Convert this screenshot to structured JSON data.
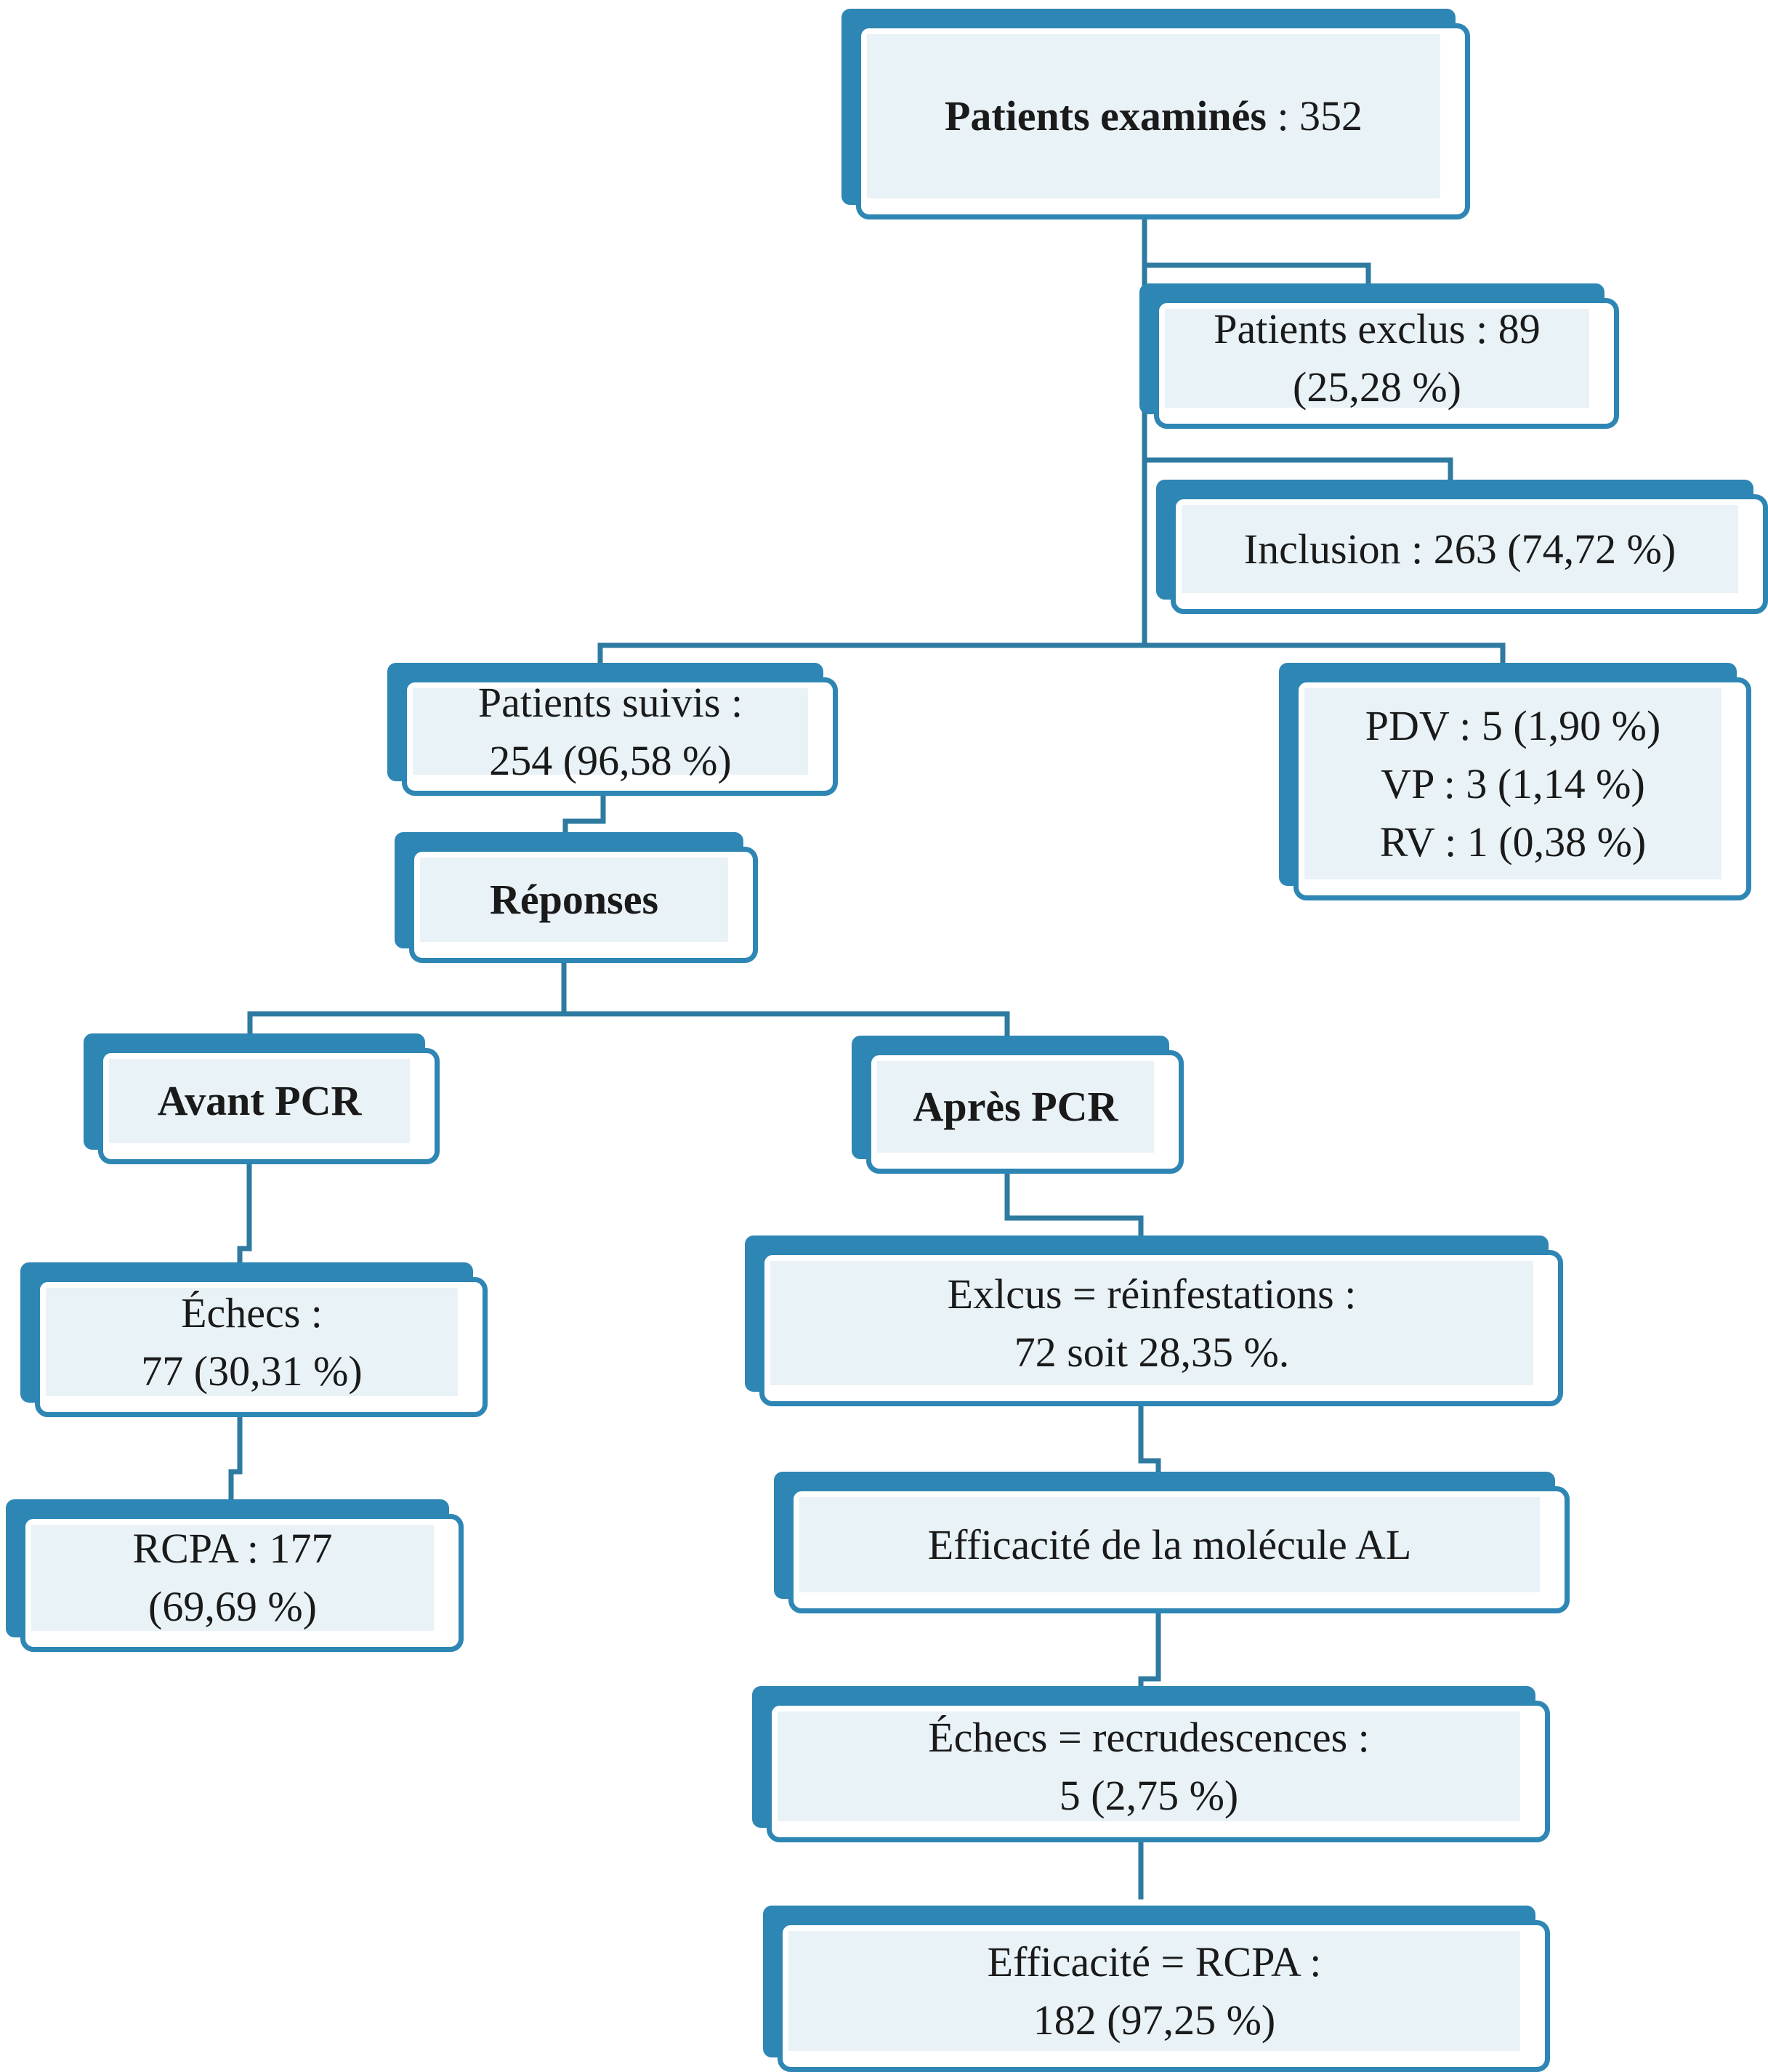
{
  "nodes": {
    "patients_examines": {
      "bold": "Patients examinés",
      "rest": " : 352"
    },
    "patients_exclus": {
      "line1": "Patients exclus : 89",
      "line2": "(25,28 %)"
    },
    "inclusion": {
      "line1": "Inclusion : 263 (74,72 %)"
    },
    "patients_suivis": {
      "line1": "Patients suivis :",
      "line2": "254 (96,58 %)"
    },
    "pdv_vp_rv": {
      "line1": "PDV : 5 (1,90 %)",
      "line2": "VP : 3 (1,14 %)",
      "line3": "RV : 1 (0,38 %)"
    },
    "reponses": {
      "bold": "Réponses"
    },
    "avant_pcr": {
      "bold": "Avant PCR"
    },
    "apres_pcr": {
      "bold": "Après PCR"
    },
    "echecs_avant": {
      "line1": "Échecs :",
      "line2": "77 (30,31 %)"
    },
    "rcpa_avant": {
      "line1": "RCPA : 177",
      "line2": "(69,69 %)"
    },
    "exclus_reinfestations": {
      "line1": "Exlcus = réinfestations :",
      "line2": "72 soit 28,35 %."
    },
    "efficacite_molecule": {
      "line1": "Efficacité de la molécule AL"
    },
    "echecs_recrudescences": {
      "line1": "Échecs = recrudescences :",
      "line2": "5 (2,75 %)"
    },
    "efficacite_rcpa": {
      "line1": "Efficacité = RCPA :",
      "line2": "182 (97,25 %)"
    }
  },
  "colors": {
    "border": "#2e86b4",
    "fill": "#e9f2f6",
    "connector": "#2e7aa0"
  }
}
